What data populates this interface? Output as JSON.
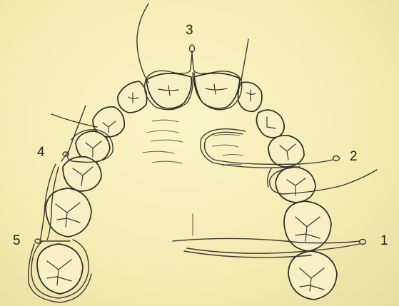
{
  "labels": {
    "one": "1",
    "two": "2",
    "three": "3",
    "four": "4",
    "five": "5"
  },
  "colors": {
    "background": "#f4eeb4",
    "ink": "#2e2b24",
    "tooth_fill": "#f6f0c4"
  }
}
